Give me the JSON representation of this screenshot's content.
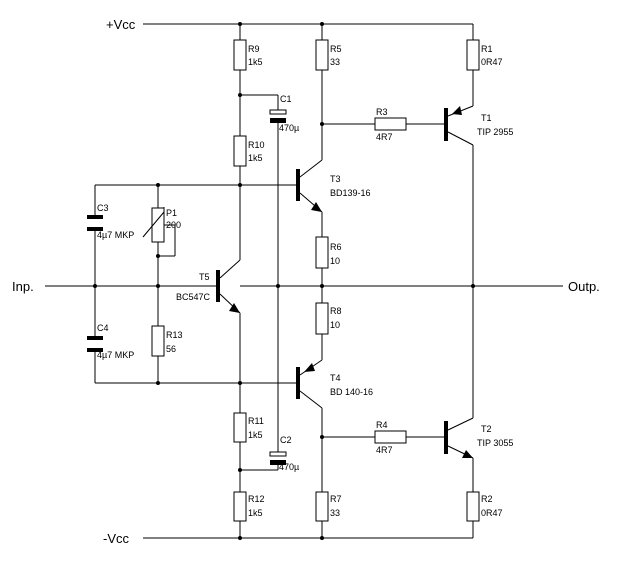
{
  "rails": {
    "vcc_pos": "+Vcc",
    "vcc_neg": "-Vcc"
  },
  "io": {
    "input": "Inp.",
    "output": "Outp."
  },
  "resistors": [
    {
      "ref": "R1",
      "value": "0R47"
    },
    {
      "ref": "R2",
      "value": "0R47"
    },
    {
      "ref": "R3",
      "value": "4R7"
    },
    {
      "ref": "R4",
      "value": "4R7"
    },
    {
      "ref": "R5",
      "value": "33"
    },
    {
      "ref": "R6",
      "value": "10"
    },
    {
      "ref": "R7",
      "value": "33"
    },
    {
      "ref": "R8",
      "value": "10"
    },
    {
      "ref": "R9",
      "value": "1k5"
    },
    {
      "ref": "R10",
      "value": "1k5"
    },
    {
      "ref": "R11",
      "value": "1k5"
    },
    {
      "ref": "R12",
      "value": "1k5"
    },
    {
      "ref": "R13",
      "value": "56"
    }
  ],
  "potentiometer": {
    "ref": "P1",
    "value": "200"
  },
  "capacitors": [
    {
      "ref": "C1",
      "value": "470µ"
    },
    {
      "ref": "C2",
      "value": "470µ"
    },
    {
      "ref": "C3",
      "value": "4µ7 MKP"
    },
    {
      "ref": "C4",
      "value": "4µ7 MKP"
    }
  ],
  "transistors": [
    {
      "ref": "T1",
      "value": "TIP 2955"
    },
    {
      "ref": "T2",
      "value": "TIP 3055"
    },
    {
      "ref": "T3",
      "value": "BD139-16"
    },
    {
      "ref": "T4",
      "value": "BD 140-16"
    },
    {
      "ref": "T5",
      "value": "BC547C"
    }
  ]
}
